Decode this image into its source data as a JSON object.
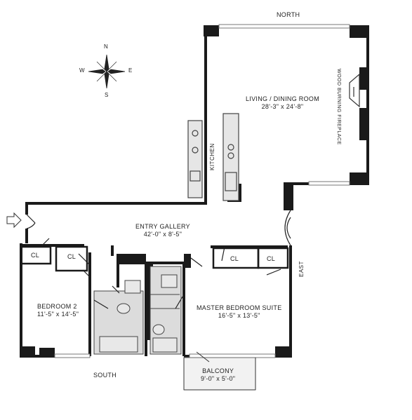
{
  "compass": {
    "n": "N",
    "s": "S",
    "e": "E",
    "w": "W"
  },
  "directions": {
    "north": "NORTH",
    "south": "SOUTH",
    "east": "EAST"
  },
  "rooms": {
    "living": {
      "name": "LIVING / DINING ROOM",
      "dims": "28'-3\" x 24'-8\""
    },
    "kitchen": {
      "name": "KITCHEN"
    },
    "fireplace": {
      "name": "WOOD BURNING FIREPLACE"
    },
    "entry": {
      "name": "ENTRY GALLERY",
      "dims": "42'-0\" x 8'-5\""
    },
    "bedroom2": {
      "name": "BEDROOM 2",
      "dims": "11'-5\" x 14'-5\""
    },
    "master": {
      "name": "MASTER BEDROOM SUITE",
      "dims": "16'-5\" x 13'-5\""
    },
    "balcony": {
      "name": "BALCONY",
      "dims": "9'-0\" x 5'-0\""
    }
  },
  "closets": [
    "CL",
    "CL",
    "CL",
    "CL"
  ],
  "colors": {
    "wall": "#1a1a1a",
    "fixture": "#bdbdbd",
    "floor_tile": "#d8d8d8"
  }
}
